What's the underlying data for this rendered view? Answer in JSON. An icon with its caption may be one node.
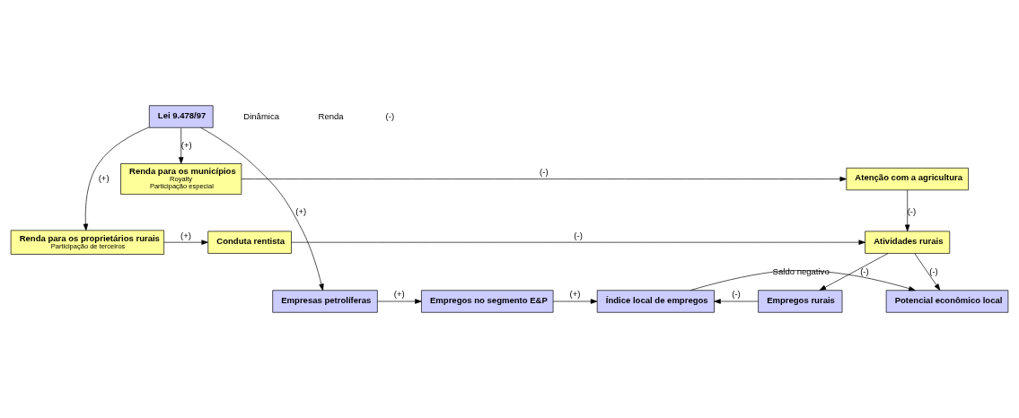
{
  "diagram": {
    "nodes": [
      {
        "text": [
          "Lei 9.478/97"
        ]
      },
      {
        "text": [
          "Renda para os municípios",
          "Royalty",
          "Participação especial"
        ]
      },
      {
        "text": [
          "Atenção com a agricultura"
        ]
      },
      {
        "text": [
          "Renda para os proprietários rurais",
          "Participação de terceiros"
        ]
      },
      {
        "text": [
          "Conduta rentista"
        ]
      },
      {
        "text": [
          "Atividades rurais"
        ]
      },
      {
        "text": [
          "Potencial econômico local"
        ]
      },
      {
        "text": [
          "Empresas petrolíferas"
        ]
      },
      {
        "text": [
          "Empregos no segmento E&P"
        ]
      },
      {
        "text": [
          "Índice local de empregos"
        ]
      },
      {
        "text": [
          "Empregos rurais"
        ]
      }
    ],
    "edges": [
      {
        "from": 0,
        "to": 1,
        "arrow": "to",
        "label": "(+)"
      },
      {
        "from": 0,
        "to": 3,
        "arrow": "to",
        "label": "(+)"
      },
      {
        "from": 0,
        "to": 7,
        "arrow": "to",
        "label": "(+)"
      },
      {
        "from": 1,
        "to": 2,
        "arrow": "to",
        "label": "(-)"
      },
      {
        "from": 3,
        "to": 4,
        "arrow": "to",
        "label": "(+)"
      },
      {
        "from": 2,
        "to": 5,
        "arrow": "to",
        "label": "(-)"
      },
      {
        "from": 4,
        "to": 5,
        "arrow": "to",
        "label": "(-)"
      },
      {
        "from": 5,
        "to": 6,
        "arrow": "to",
        "label": "(-)"
      },
      {
        "from": 5,
        "to": 10,
        "arrow": "to",
        "label": "(-)"
      },
      {
        "from": 7,
        "to": 8,
        "arrow": "to",
        "label": "(+)"
      },
      {
        "from": 8,
        "to": 9,
        "arrow": "to",
        "label": "(+)"
      },
      {
        "from": 10,
        "to": 9,
        "arrow": "to",
        "label": "(-)"
      },
      {
        "from": 9,
        "to": 6,
        "arrow": "to",
        "label": "Saldo negativo"
      }
    ],
    "labels": [
      "Dinâmica",
      "Renda",
      "(-)"
    ]
  }
}
